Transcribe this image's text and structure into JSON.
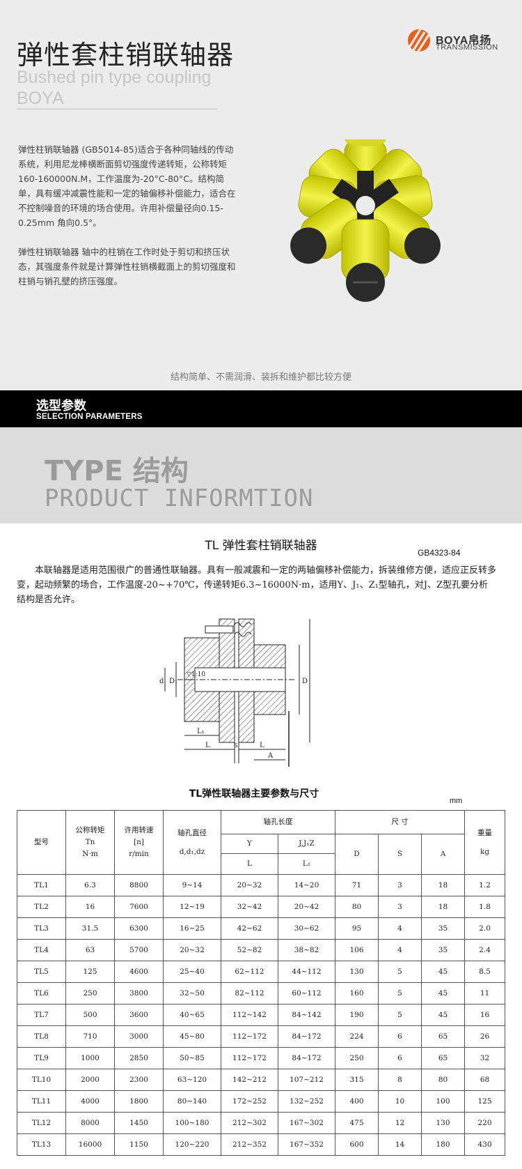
{
  "hero": {
    "title_cn": "弹性套柱销联轴器",
    "title_en_line1": "Bushed pin type coupling",
    "title_en_line2": "BOYA",
    "logo_name": "BOYA帛扬",
    "logo_tagline": "TRANSMISSION",
    "intro_para1": "弹性柱销联轴器 (GB5014-85)适合于各种同轴线的传动系统，利用尼龙棒横断面剪切强度传递转矩，公称转矩160-160000N.M，工作温度为-20°C-80°C。结构简单，具有缓冲减震性能和一定的轴偏移补偿能力，适合在不控制噪音的环境的场合使用。许用补偿量径向0.15-0.25mm 角向0.5°。",
    "intro_para2": "弹性柱销联轴器 轴中的柱销在工作时处于剪切和挤压状态，其强度条件就是计算弹性柱销横截面上的剪切强度和柱销与销孔壁的挤压强度。",
    "caption": "结构简单、不需润滑、装拆和维护都比较方便"
  },
  "selection": {
    "title": "选型参数",
    "subtitle": "SELECTION PARAMETERS"
  },
  "type_band": {
    "main": "TYPE 结构",
    "sub": "PRODUCT INFORMTION"
  },
  "doc": {
    "title": "TL 弹性套柱销联轴器",
    "standard": "GB4323-84",
    "body": "本联轴器是适用范围很广的普通性联轴器。具有一般减震和一定的两轴偏移补偿能力，拆装维修方便，适应正反转多变，起动频繁的场合，工作温度-20~+70℃，传递转矩6.3~16000N·m，适用Y、J₁、Z₁型轴孔，对J、Z型孔要分析结构是否允许。",
    "drawing_labels": {
      "d": "d",
      "d1": "D₁",
      "taper": "▽1:10",
      "D": "D",
      "L1": "L₁",
      "L": "L",
      "S": "S",
      "A": "A"
    }
  },
  "table": {
    "title": "TL弹性联轴器主要参数与尺寸",
    "unit": "mm",
    "headers": {
      "model": "型号",
      "torque": "公称转矩",
      "torque_sym": "Tn",
      "torque_unit": "N·m",
      "speed": "许用转速",
      "speed_sym": "[n]",
      "speed_unit": "r/min",
      "bore": "轴孔直径",
      "bore_sym": "d,d₁,dz",
      "length": "轴孔长度",
      "y": "Y",
      "j": "J,J₁Z",
      "l": "L",
      "l1": "L₁",
      "dims": "尺        寸",
      "D": "D",
      "S": "S",
      "A": "A",
      "weight": "重量",
      "weight_unit": "kg"
    },
    "rows": [
      [
        "TL1",
        "6.3",
        "8800",
        "9~14",
        "20~32",
        "14~20",
        "71",
        "3",
        "18",
        "1.2"
      ],
      [
        "TL2",
        "16",
        "7600",
        "12~19",
        "32~42",
        "20~42",
        "80",
        "3",
        "18",
        "1.8"
      ],
      [
        "TL3",
        "31.5",
        "6300",
        "16~25",
        "42~62",
        "30~62",
        "95",
        "4",
        "35",
        "2.0"
      ],
      [
        "TL4",
        "63",
        "5700",
        "20~32",
        "52~82",
        "38~82",
        "106",
        "4",
        "35",
        "2.4"
      ],
      [
        "TL5",
        "125",
        "4600",
        "25~40",
        "62~112",
        "44~112",
        "130",
        "5",
        "45",
        "8.5"
      ],
      [
        "TL6",
        "250",
        "3800",
        "32~50",
        "82~112",
        "60~112",
        "160",
        "5",
        "45",
        "11"
      ],
      [
        "TL7",
        "500",
        "3600",
        "40~65",
        "112~142",
        "84~142",
        "190",
        "5",
        "45",
        "16"
      ],
      [
        "TL8",
        "710",
        "3000",
        "45~80",
        "112~172",
        "84~172",
        "224",
        "6",
        "65",
        "26"
      ],
      [
        "TL9",
        "1000",
        "2850",
        "50~85",
        "112~172",
        "84~172",
        "250",
        "6",
        "65",
        "32"
      ],
      [
        "TL10",
        "2000",
        "2300",
        "63~120",
        "142~212",
        "107~212",
        "315",
        "8",
        "80",
        "68"
      ],
      [
        "TL11",
        "4000",
        "1800",
        "80~140",
        "172~252",
        "132~252",
        "400",
        "10",
        "100",
        "125"
      ],
      [
        "TL12",
        "8000",
        "1450",
        "100~180",
        "212~302",
        "167~302",
        "475",
        "12",
        "130",
        "220"
      ],
      [
        "TL13",
        "16000",
        "1150",
        "120~220",
        "212~352",
        "167~352",
        "600",
        "14",
        "180",
        "430"
      ]
    ]
  },
  "colors": {
    "logo_orange": "#e8601c",
    "logo_gray": "#555555",
    "urethane_yellow": "#e6e61a",
    "band_gray": "#dcdcdc"
  }
}
